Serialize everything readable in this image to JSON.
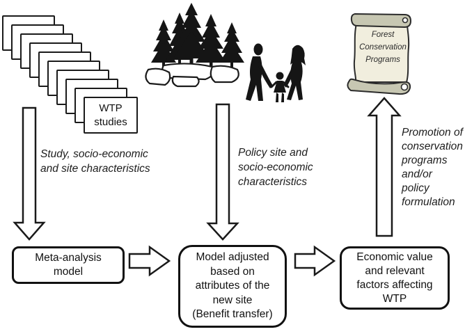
{
  "stack": {
    "sheet_count": 10,
    "label": "WTP\nstudies"
  },
  "icons": {
    "forest": "pine-trees-icon",
    "people": "family-icon",
    "document": "scroll-icon"
  },
  "scroll": {
    "label": "Forest\nConservation\nPrograms"
  },
  "annotations": {
    "study_inputs": "Study, socio-economic\nand site characteristics",
    "policy_inputs": "Policy site and\nsocio-economic\ncharacteristics",
    "promotion_output": "Promotion of\nconservation\nprograms\nand/or\npolicy\nformulation"
  },
  "boxes": {
    "meta_analysis": "Meta-analysis\nmodel",
    "benefit_transfer": "Model adjusted\nbased on\nattributes of the\nnew site\n(Benefit transfer)",
    "economic_value": "Economic value\nand relevant\nfactors affecting\nWTP"
  },
  "colors": {
    "ink": "#1a1a1a",
    "background": "#ffffff",
    "scroll_body": "#f1eede",
    "scroll_roll": "#c7c7b2"
  }
}
